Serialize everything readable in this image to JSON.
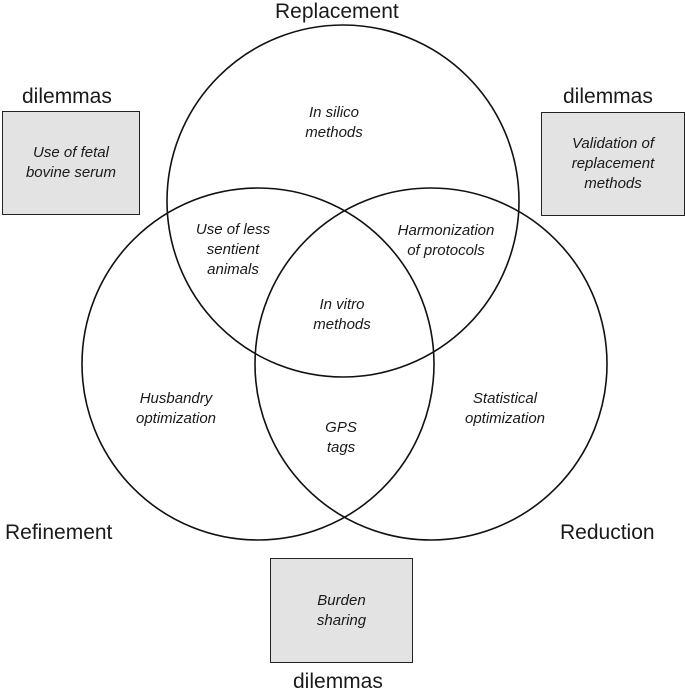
{
  "sets": {
    "replacement": "Replacement",
    "refinement": "Refinement",
    "reduction": "Reduction"
  },
  "regions": {
    "replacement_only": "In silico\nmethods",
    "replacement_refinement": "Use of less\nsentient\nanimals",
    "replacement_reduction": "Harmonization\nof protocols",
    "center": "In vitro\nmethods",
    "refinement_only": "Husbandry\noptimization",
    "reduction_only": "Statistical\noptimization",
    "refinement_reduction": "GPS\ntags"
  },
  "dilemmas": {
    "left": {
      "heading": "dilemmas",
      "text": "Use of fetal\nbovine serum"
    },
    "right": {
      "heading": "dilemmas",
      "text": "Validation of\nreplacement\nmethods"
    },
    "bottom": {
      "heading": "dilemmas",
      "text": "Burden\nsharing"
    }
  },
  "colors": {
    "box_fill": "#e3e3e3",
    "stroke": "#111111"
  }
}
